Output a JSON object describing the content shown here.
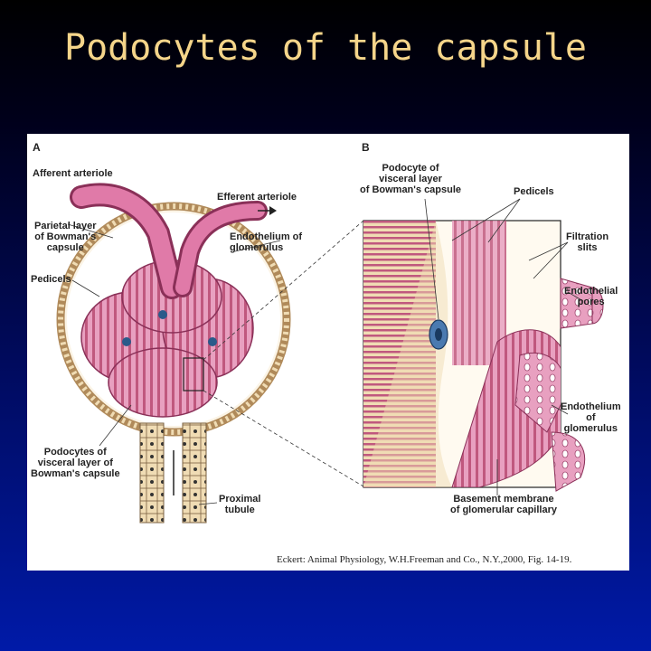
{
  "slide": {
    "title": "Podocytes of the capsule"
  },
  "figure": {
    "panel_a": {
      "letter": "A",
      "labels": {
        "afferent_arteriole": "Afferent arteriole",
        "efferent_arteriole": "Efferent arteriole",
        "parietal_layer": "Parietal layer\nof Bowman's\ncapsule",
        "endothelium": "Endothelium of\nglomerulus",
        "pedicels": "Pedicels",
        "podocytes": "Podocytes of\nvisceral layer of\nBowman's capsule",
        "proximal_tubule": "Proximal\ntubule"
      }
    },
    "panel_b": {
      "letter": "B",
      "labels": {
        "podocyte": "Podocyte of\nvisceral layer\nof Bowman's capsule",
        "pedicels": "Pedicels",
        "filtration_slits": "Filtration\nslits",
        "endothelial_pores": "Endothelial\npores",
        "endothelium": "Endothelium\nof\nglomerulus",
        "basement_membrane": "Basement membrane\nof glomerular capillary"
      }
    },
    "citation": "Eckert: Animal Physiology, W.H.Freeman and Co., N.Y.,2000, Fig. 14-19."
  },
  "colors": {
    "title": "#f5d58a",
    "tissue_pink": "#e8a0c0",
    "tissue_dark": "#c0587e",
    "capsule_tan": "#f0dcb4"
  }
}
